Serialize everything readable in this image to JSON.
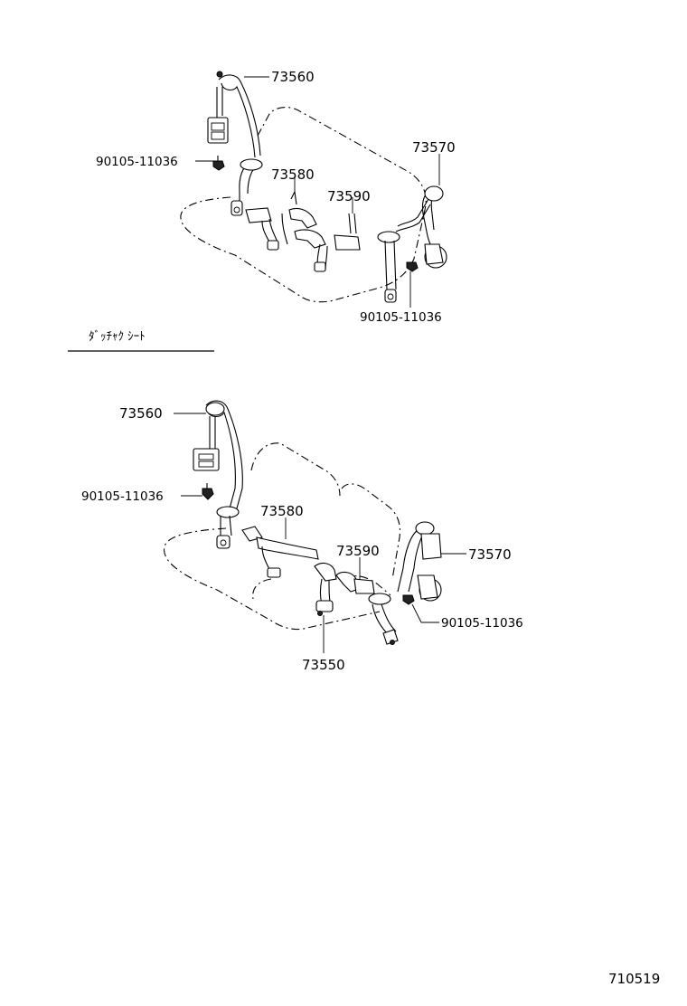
{
  "figure_id": "710519",
  "section_title": "ﾀﾞｯﾁｬｸ ｼｰﾄ",
  "upper_labels": {
    "retractor_left": "73560",
    "bolt_left": "90105-11036",
    "buckle_center": "73580",
    "buckle_right": "73590",
    "retractor_right": "73570",
    "bolt_right": "90105-11036"
  },
  "lower_labels": {
    "retractor_left": "73560",
    "bolt_left": "90105-11036",
    "buckle_center": "73580",
    "buckle_right": "73590",
    "retractor_right": "73570",
    "bolt_right": "90105-11036",
    "center_belt": "73550"
  }
}
